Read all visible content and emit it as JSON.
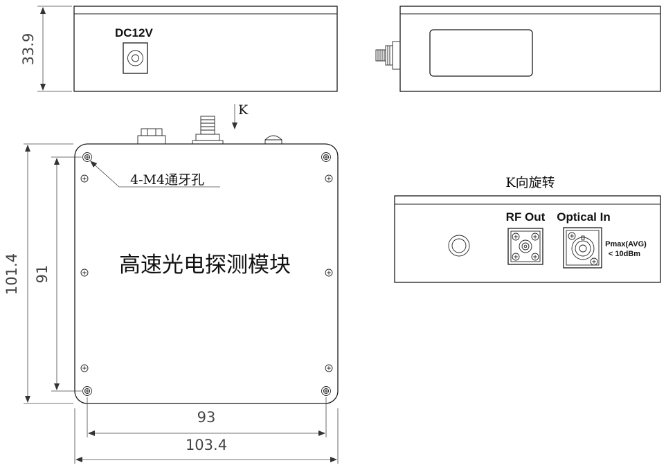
{
  "labels": {
    "dc_input": "DC12V",
    "k_marker": "K",
    "mount_holes": "4-M4通牙孔",
    "module_name": "高速光电探测模块",
    "k_view_title": "K向旋转",
    "rf_out": "RF Out",
    "optical_in": "Optical In",
    "pmax": "Pmax(AVG)",
    "pmax_limit": "< 10dBm"
  },
  "dimensions": {
    "height": "33.9",
    "overall_depth": "101.4",
    "hole_depth": "91",
    "hole_width": "93",
    "overall_width": "103.4"
  }
}
